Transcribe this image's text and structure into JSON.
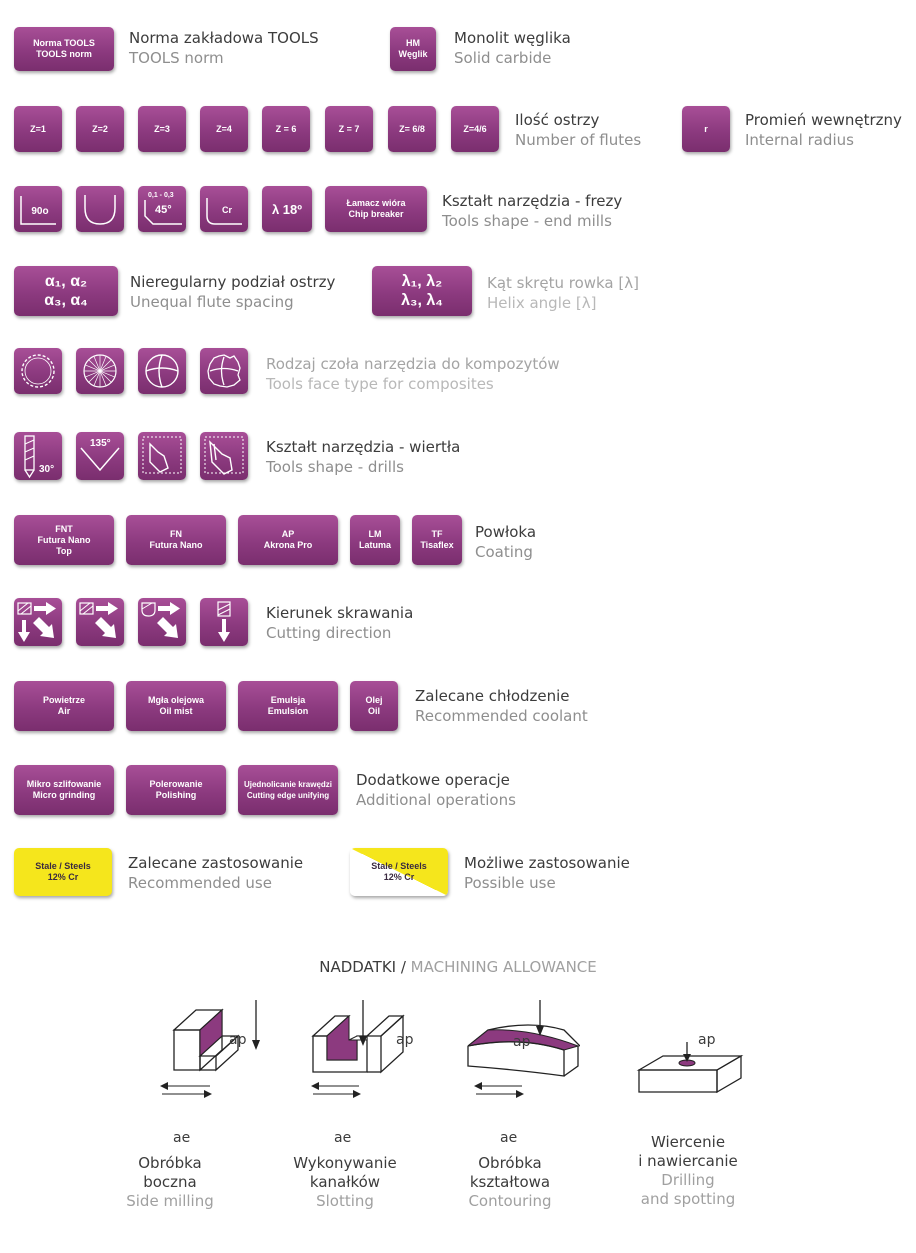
{
  "legend": {
    "tools_norm": {
      "label": [
        "Norma TOOLS",
        "TOOLS norm"
      ],
      "pl": "Norma zakładowa TOOLS",
      "en": "TOOLS norm"
    },
    "carbide": {
      "label": [
        "HM",
        "Węglik"
      ],
      "pl": "Monolit węglika",
      "en": "Solid carbide"
    },
    "flutes": {
      "buttons": [
        "Z=1",
        "Z=2",
        "Z=3",
        "Z=4",
        "Z = 6",
        "Z = 7",
        "Z= 6/8",
        "Z=4/6"
      ],
      "pl": "Ilość ostrzy",
      "en": "Number of flutes"
    },
    "radius": {
      "label": "r",
      "pl": "Promień wewnętrzny",
      "en": "Internal radius"
    },
    "mill_shape": {
      "buttons": [
        "90o",
        "",
        "0,1 - 0,3|45°",
        "Cr",
        "λ 18º",
        "Łamacz wióra|Chip breaker"
      ],
      "pl": "Kształt narzędzia - frezy",
      "en": "Tools shape - end mills"
    },
    "unequal": {
      "label": [
        "α₁, α₂",
        "α₃, α₄"
      ],
      "pl": "Nieregularny podział ostrzy",
      "en": "Unequal flute spacing"
    },
    "helix": {
      "label": [
        "λ₁, λ₂",
        "λ₃, λ₄"
      ],
      "pl": "Kąt skrętu rowka [λ]",
      "en": "Helix angle [λ]"
    },
    "composites": {
      "icons": [
        "serrated-face-icon",
        "radial-face-icon",
        "four-flute-face-icon",
        "chip-face-icon"
      ],
      "pl": "Rodzaj czoła narzędzia do kompozytów",
      "en": "Tools face type for composites"
    },
    "drill_shape": {
      "labels": [
        "30°",
        "135°"
      ],
      "pl": "Kształt narzędzia - wiertła",
      "en": "Tools shape - drills"
    },
    "coating": {
      "buttons": [
        "FNT|Futura Nano|Top",
        "FN|Futura Nano",
        "AP|Akrona Pro",
        "LM|Latuma",
        "TF|Tisaflex"
      ],
      "pl": "Powłoka",
      "en": "Coating"
    },
    "direction": {
      "icons": [
        "side-down-diagonal-icon",
        "side-diagonal-icon",
        "ball-side-diagonal-icon",
        "down-icon"
      ],
      "pl": "Kierunek skrawania",
      "en": "Cutting direction"
    },
    "coolant": {
      "buttons": [
        "Powietrze|Air",
        "Mgła olejowa|Oil mist",
        "Emulsja|Emulsion",
        "Olej|Oil"
      ],
      "pl": "Zalecane chłodzenie",
      "en": "Recommended coolant"
    },
    "operations": {
      "buttons": [
        "Mikro szlifowanie|Micro grinding",
        "Polerowanie|Polishing",
        "Ujednolicanie krawędzi|Cutting edge unifying"
      ],
      "pl": "Dodatkowe operacje",
      "en": "Additional operations"
    },
    "recommended": {
      "label": [
        "Stale / Steels",
        "12% Cr"
      ],
      "pl": "Zalecane zastosowanie",
      "en": "Recommended use"
    },
    "possible": {
      "label": [
        "Stale / Steels",
        "12% Cr"
      ],
      "pl": "Możliwe zastosowanie",
      "en": "Possible use"
    }
  },
  "allowance": {
    "title_pl": "NADDATKI / ",
    "title_en": "MACHINING ALLOWANCE",
    "ap": "ap",
    "ae": "ae",
    "items": [
      {
        "pl": "Obróbka boczna",
        "en": "Side milling"
      },
      {
        "pl": "Wykonywanie kanałków",
        "en": "Slotting"
      },
      {
        "pl": "Obróbka kształtowa",
        "en": "Contouring"
      },
      {
        "pl": "Wiercenie i nawiercanie",
        "en": "Drilling and spotting"
      }
    ]
  },
  "colors": {
    "accent": "#8c3a7f",
    "yellow": "#f5e61c",
    "text": "#3c3c3c",
    "muted": "#8e8e8e"
  }
}
